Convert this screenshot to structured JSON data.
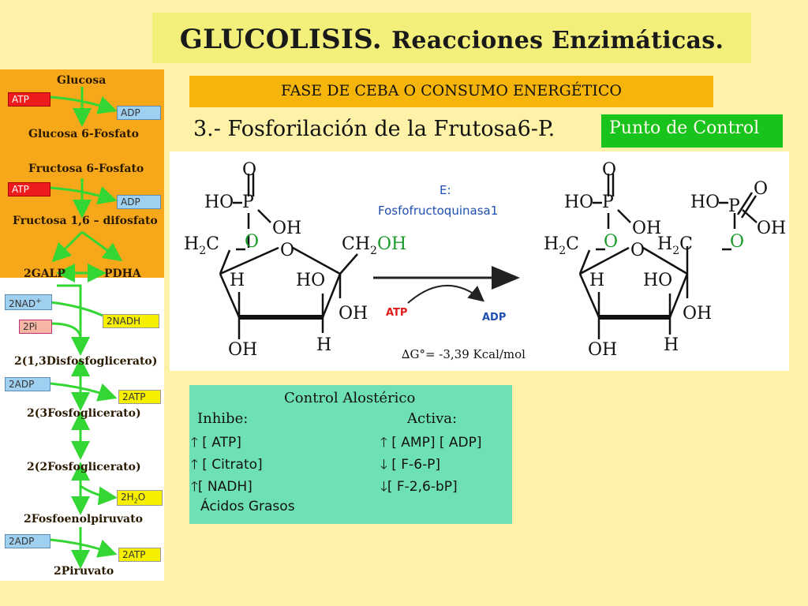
{
  "title": {
    "main": "GLUCOLISIS.",
    "sub": "Reacciones Enzimáticas."
  },
  "phase": "FASE DE CEBA O CONSUMO ENERGÉTICO",
  "step": "3.- Fosforilación de la Frutosa6-P.",
  "control_point": "Punto de Control",
  "reaction": {
    "enzyme_label": "E:",
    "enzyme_name": "Fosfofructoquinasa1",
    "atp": "ATP",
    "adp": "ADP",
    "delta_g": "∆G°= -3,39 Kcal/mol",
    "labels": {
      "o": "O",
      "p": "P",
      "ho": "HO",
      "oh": "OH",
      "h": "H",
      "h2c": "H",
      "h2c_c": "C",
      "ch2oh_c": "CH",
      "ch2oh_oh": "OH",
      "sub2": "2"
    }
  },
  "allosteric": {
    "title": "Control Alostérico",
    "inhibits_label": "Inhibe:",
    "activates_label": "Activa:",
    "inhibitors": [
      "[ ATP]",
      "[ Citrato]",
      "[ NADH]"
    ],
    "inhibitor_extra": "Ácidos Grasos",
    "activators": [
      "[ AMP] [ ADP]",
      "[ F-6-P]",
      "[ F-2,6-bP]"
    ],
    "activator_directions": [
      "up",
      "down",
      "down"
    ]
  },
  "pathway": {
    "metabolites": {
      "glucosa": "Glucosa",
      "g6p": "Glucosa 6-Fosfato",
      "f6p": "Fructosa 6-Fosfato",
      "f16bp": "Fructosa 1,6 – difosfato",
      "galp": "2GALP",
      "pdha": "PDHA",
      "bpg13": "2(1,3Disfosfoglicerato)",
      "pg3": "2(3Fosfoglicerato)",
      "pg2": "2(2Fosfoglicerato)",
      "pep": "2Fosfoenolpiruvato",
      "pyruvate": "2Piruvato"
    },
    "cofactors": {
      "atp1": "ATP",
      "adp1": "ADP",
      "atp2": "ATP",
      "adp2": "ADP",
      "nad": "2NAD",
      "nad_sup": "+",
      "pi": "2Pi",
      "nadh": "2NADH",
      "adp3": "2ADP",
      "atp3": "2ATP",
      "h2o_a": "2H",
      "h2o_sub": "2",
      "h2o_b": "O",
      "adp4": "2ADP",
      "atp4": "2ATP"
    }
  }
}
